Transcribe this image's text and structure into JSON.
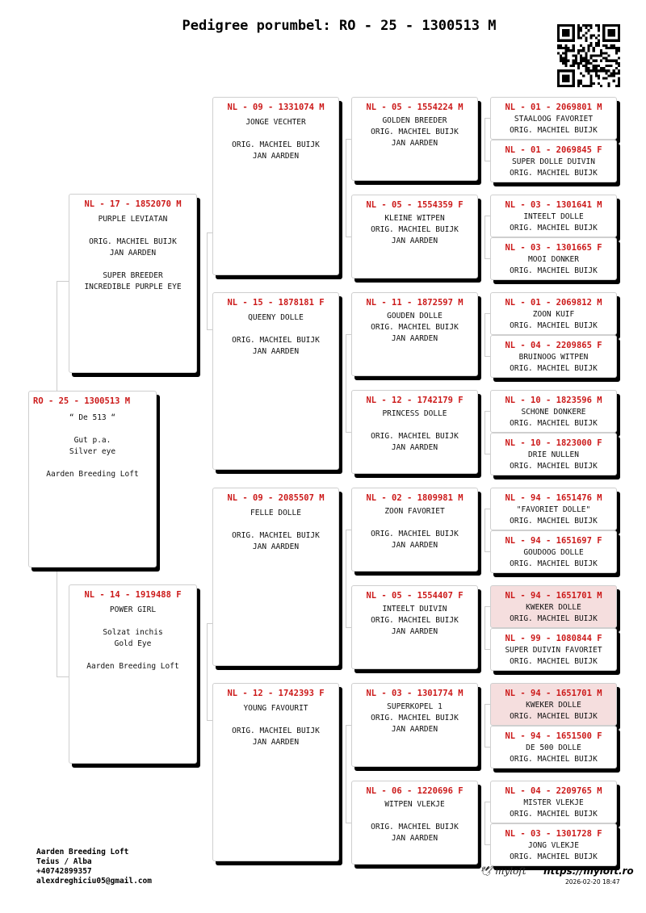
{
  "header": {
    "title": "Pedigree porumbel: RO - 25 - 1300513 M"
  },
  "subject": {
    "ring": "RO - 25 - 1300513 M",
    "lines": [
      "“ De 513 “",
      "",
      "Gut p.a.",
      "Silver eye",
      "",
      "Aarden Breeding Loft"
    ]
  },
  "parents": [
    {
      "ring": "NL - 17 - 1852070 M",
      "lines": [
        "PURPLE LEVIATAN",
        "",
        "ORIG. MACHIEL BUIJK",
        "JAN AARDEN",
        "",
        "SUPER BREEDER",
        "INCREDIBLE PURPLE EYE"
      ]
    },
    {
      "ring": "NL - 14 - 1919488 F",
      "lines": [
        "POWER GIRL",
        "",
        "Solzat inchis",
        "Gold Eye",
        "",
        "Aarden Breeding Loft"
      ]
    }
  ],
  "grandparents": [
    {
      "ring": "NL - 09 - 1331074 M",
      "lines": [
        "JONGE VECHTER",
        "",
        "ORIG. MACHIEL BUIJK",
        "JAN AARDEN"
      ]
    },
    {
      "ring": "NL - 15 - 1878181 F",
      "lines": [
        "QUEENY DOLLE",
        "",
        "ORIG. MACHIEL BUIJK",
        "JAN AARDEN"
      ]
    },
    {
      "ring": "NL - 09 - 2085507 M",
      "lines": [
        "FELLE DOLLE",
        "",
        "ORIG. MACHIEL BUIJK",
        "JAN AARDEN"
      ]
    },
    {
      "ring": "NL - 12 - 1742393 F",
      "lines": [
        "YOUNG FAVOURIT",
        "",
        "ORIG. MACHIEL BUIJK",
        "JAN AARDEN"
      ]
    }
  ],
  "great_grandparents": [
    {
      "ring": "NL - 05 - 1554224 M",
      "lines": [
        "GOLDEN BREEDER",
        "ORIG. MACHIEL BUIJK",
        "JAN AARDEN"
      ]
    },
    {
      "ring": "NL - 05 - 1554359 F",
      "lines": [
        "KLEINE WITPEN",
        "ORIG. MACHIEL BUIJK",
        "JAN AARDEN"
      ]
    },
    {
      "ring": "NL - 11 - 1872597 M",
      "lines": [
        "GOUDEN DOLLE",
        "ORIG. MACHIEL BUIJK",
        "JAN AARDEN"
      ]
    },
    {
      "ring": "NL - 12 - 1742179 F",
      "lines": [
        "PRINCESS DOLLE",
        "",
        "ORIG. MACHIEL BUIJK",
        "JAN AARDEN"
      ]
    },
    {
      "ring": "NL - 02 - 1809981 M",
      "lines": [
        "ZOON FAVORIET",
        "",
        "ORIG. MACHIEL BUIJK",
        "JAN AARDEN"
      ]
    },
    {
      "ring": "NL - 05 - 1554407 F",
      "lines": [
        "INTEELT DUIVIN",
        "ORIG. MACHIEL BUIJK",
        "JAN AARDEN"
      ]
    },
    {
      "ring": "NL - 03 - 1301774 M",
      "lines": [
        "SUPERKOPEL 1",
        "ORIG. MACHIEL BUIJK",
        "JAN AARDEN"
      ]
    },
    {
      "ring": "NL - 06 - 1220696 F",
      "lines": [
        "WITPEN VLEKJE",
        "",
        "ORIG. MACHIEL BUIJK",
        "JAN AARDEN"
      ]
    }
  ],
  "gen4": [
    {
      "ring": "NL - 01 - 2069801 M",
      "lines": [
        "STAALOOG FAVORIET",
        "ORIG. MACHIEL BUIJK"
      ]
    },
    {
      "ring": "NL - 01 - 2069845 F",
      "lines": [
        "SUPER DOLLE DUIVIN",
        "ORIG. MACHIEL BUIJK"
      ]
    },
    {
      "ring": "NL - 03 - 1301641 M",
      "lines": [
        "INTEELT DOLLE",
        "ORIG. MACHIEL BUIJK"
      ]
    },
    {
      "ring": "NL - 03 - 1301665 F",
      "lines": [
        "MOOI DONKER",
        "ORIG. MACHIEL BUIJK"
      ]
    },
    {
      "ring": "NL - 01 - 2069812 M",
      "lines": [
        "ZOON KUIF",
        "ORIG. MACHIEL BUIJK"
      ]
    },
    {
      "ring": "NL - 04 - 2209865 F",
      "lines": [
        "BRUINOOG WITPEN",
        "ORIG. MACHIEL BUIJK"
      ]
    },
    {
      "ring": "NL - 10 - 1823596 M",
      "lines": [
        "SCHONE DONKERE",
        "ORIG. MACHIEL BUIJK"
      ]
    },
    {
      "ring": "NL - 10 - 1823000 F",
      "lines": [
        "DRIE NULLEN",
        "ORIG. MACHIEL BUIJK"
      ]
    },
    {
      "ring": "NL - 94 - 1651476 M",
      "lines": [
        "\"FAVORIET DOLLE\"",
        "ORIG. MACHIEL BUIJK"
      ]
    },
    {
      "ring": "NL - 94 - 1651697 F",
      "lines": [
        "GOUDOOG DOLLE",
        "ORIG. MACHIEL BUIJK"
      ]
    },
    {
      "ring": "NL - 94 - 1651701 M",
      "lines": [
        "KWEKER DOLLE",
        "ORIG. MACHIEL BUIJK"
      ],
      "highlight": true
    },
    {
      "ring": "NL - 99 - 1080844 F",
      "lines": [
        "SUPER DUIVIN FAVORIET",
        "ORIG. MACHIEL BUIJK"
      ]
    },
    {
      "ring": "NL - 94 - 1651701 M",
      "lines": [
        "KWEKER DOLLE",
        "ORIG. MACHIEL BUIJK"
      ],
      "highlight": true
    },
    {
      "ring": "NL - 94 - 1651500 F",
      "lines": [
        "DE 500 DOLLE",
        "ORIG. MACHIEL BUIJK"
      ]
    },
    {
      "ring": "NL - 04 - 2209765 M",
      "lines": [
        "MISTER VLEKJE",
        "ORIG. MACHIEL BUIJK"
      ]
    },
    {
      "ring": "NL - 03 - 1301728 F",
      "lines": [
        "JONG VLEKJE",
        "ORIG. MACHIEL BUIJK"
      ]
    }
  ],
  "footer": {
    "owner": "Aarden Breeding Loft",
    "location": "Teius / Alba",
    "phone": "+40742899357",
    "email": "alexdreghiciu05@gmail.com",
    "logo_text": "myloft",
    "url": "https://myloft.ro",
    "timestamp": "2026-02-20 18:47"
  },
  "colors": {
    "ring_red": "#cc1a1a",
    "highlight": "#f5dede",
    "shadow": "#000000"
  }
}
